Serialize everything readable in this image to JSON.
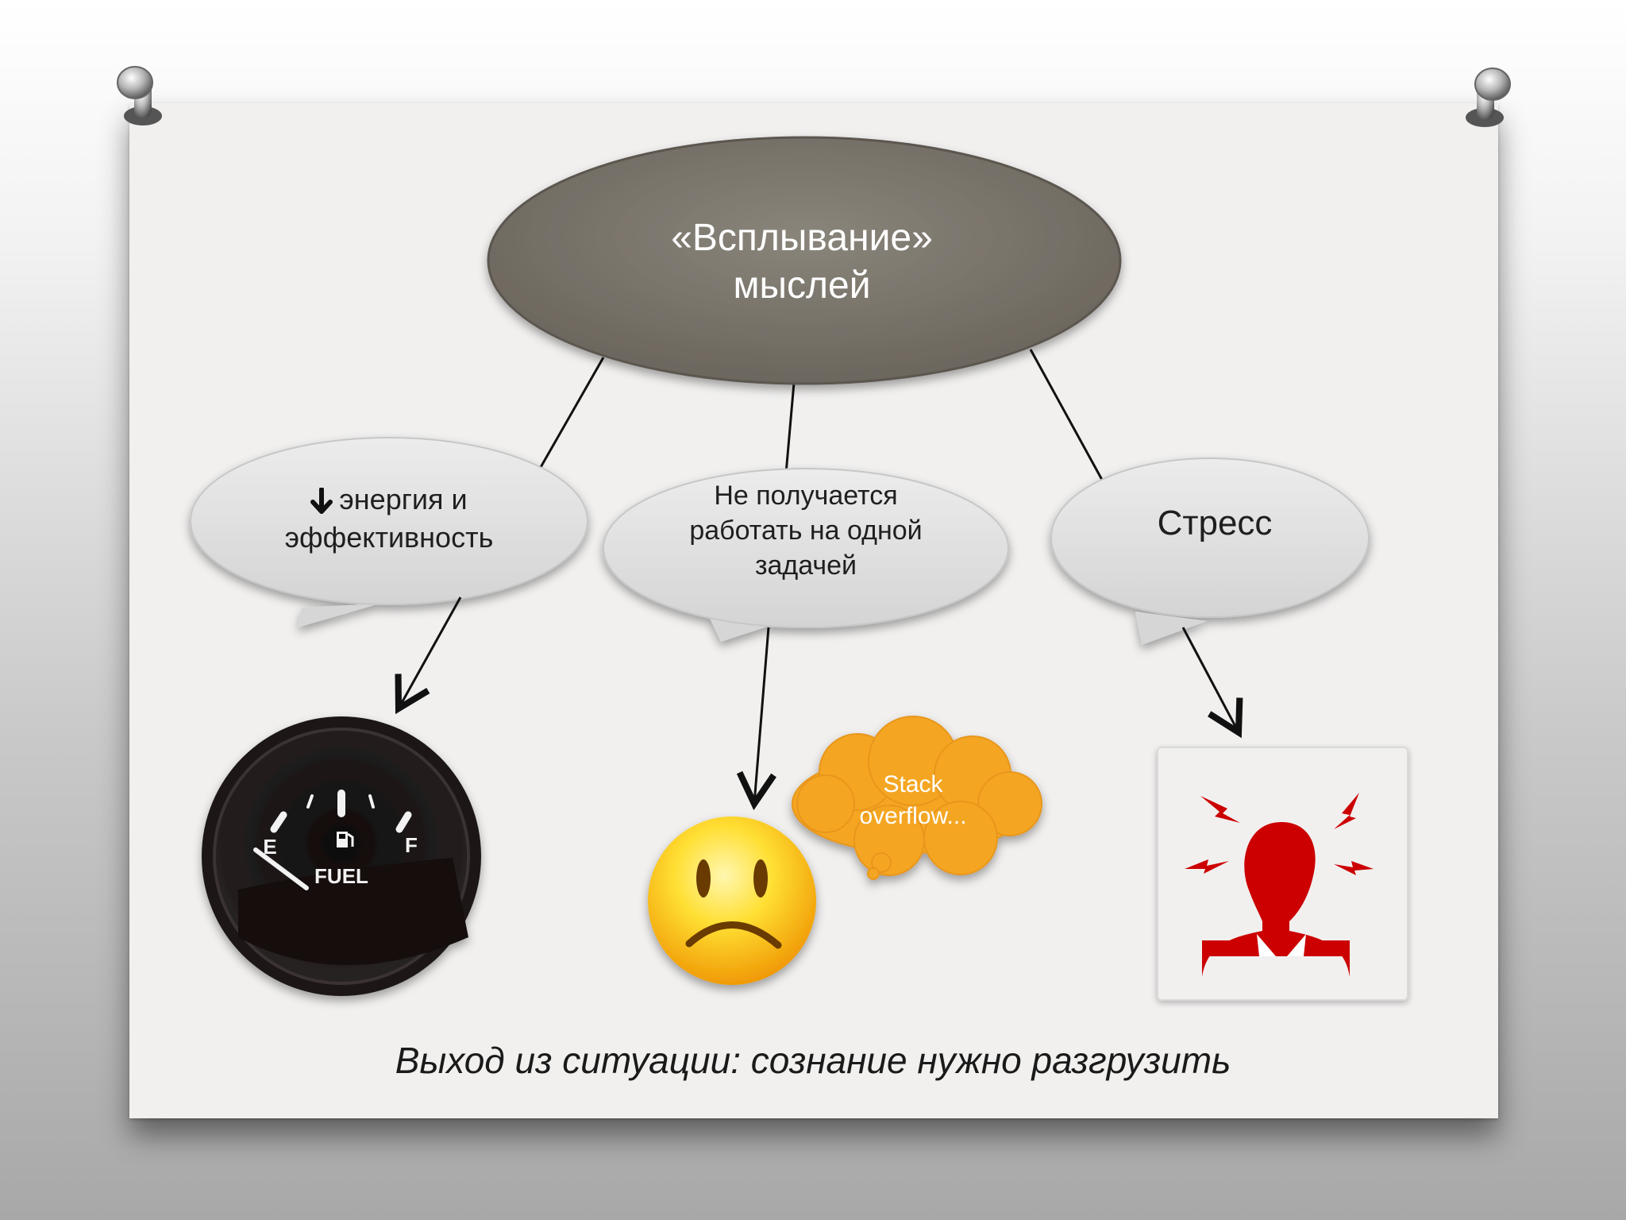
{
  "slide": {
    "main_topic": "«Всплывание» мыслей",
    "main_topic_lines": [
      "«Всплывание»",
      "мыслей"
    ],
    "branches": [
      {
        "lines": [
          "энергия и",
          "эффективность"
        ],
        "prefix_icon": "down-arrow-icon",
        "image": "fuel-gauge-icon",
        "gauge_labels": {
          "empty": "E",
          "full": "F",
          "name": "FUEL"
        }
      },
      {
        "lines": [
          "Не получается",
          "работать на одной",
          "задачей"
        ],
        "image": "sad-face-icon",
        "thought_cloud": [
          "Stack",
          "overflow..."
        ]
      },
      {
        "lines": [
          "Стресс"
        ],
        "image": "stress-person-icon"
      }
    ],
    "conclusion": "Выход из ситуации: сознание нужно разгрузить"
  },
  "colors": {
    "ellipse": "#7b766d",
    "bubble": "#e0e0e0",
    "cloud": "#f4a623",
    "stress_icon": "#cc0000",
    "gauge_body": "#1a1616"
  }
}
